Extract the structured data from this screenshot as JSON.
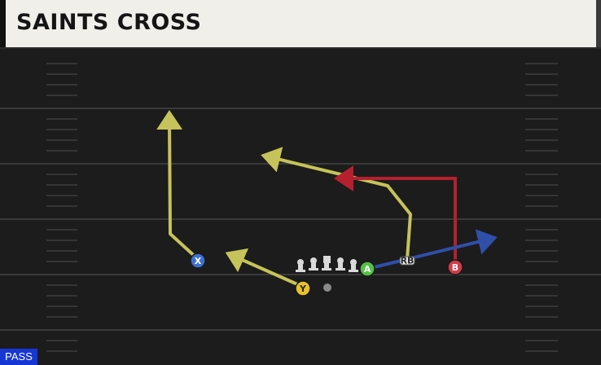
{
  "play": {
    "title": "SAINTS CROSS",
    "type_badge": "PASS"
  },
  "players": {
    "x": {
      "label": "X",
      "color": "#3d6fd1"
    },
    "y": {
      "label": "Y",
      "color": "#e8c22a"
    },
    "a": {
      "label": "A",
      "color": "#54c244"
    },
    "b": {
      "label": "B",
      "color": "#d23b4a"
    },
    "rb": {
      "label": "RB"
    }
  },
  "colors": {
    "field": "#1c1c1c",
    "yard_line": "#3a3a3a",
    "route_yellow": "#c6c35a",
    "route_red": "#b5202e",
    "route_blue": "#2f4fa8",
    "lineman": "#d9d9d9"
  }
}
